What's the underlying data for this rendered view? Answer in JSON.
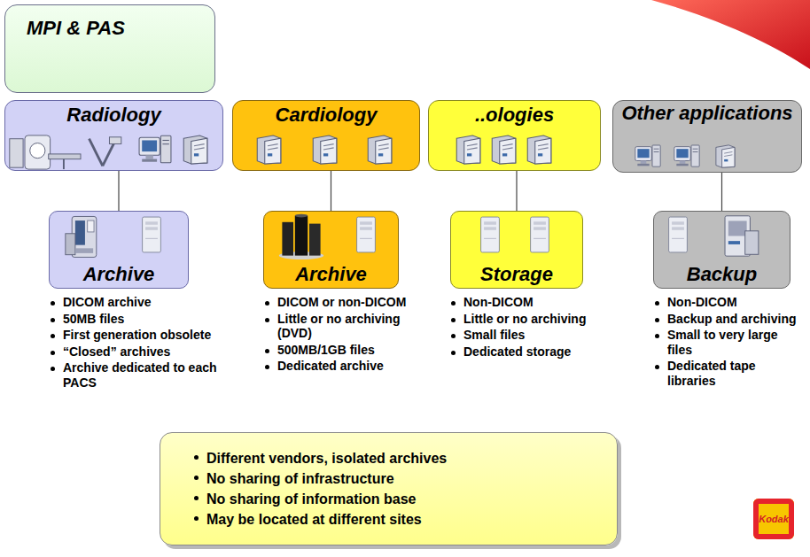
{
  "diagram": {
    "nodes": [
      {
        "text": [
          "MPI & PAS"
        ]
      },
      {
        "text": [
          "Radiology"
        ]
      },
      {
        "text": [
          "Cardiology"
        ]
      },
      {
        "text": [
          "..ologies"
        ]
      },
      {
        "text": [
          "Other applications"
        ]
      },
      {
        "text": [
          "Archive"
        ]
      },
      {
        "text": [
          "Archive"
        ]
      },
      {
        "text": [
          "Storage"
        ]
      },
      {
        "text": [
          "Backup"
        ]
      },
      {
        "text": [
          "Different vendors, isolated archives",
          "No sharing of infrastructure",
          "No sharing of information base",
          "May be located at different sites"
        ]
      }
    ],
    "edges": [
      {
        "from": 1,
        "to": 5,
        "arrow": "none"
      },
      {
        "from": 2,
        "to": 6,
        "arrow": "none"
      },
      {
        "from": 3,
        "to": 7,
        "arrow": "none"
      },
      {
        "from": 4,
        "to": 8,
        "arrow": "none"
      }
    ],
    "labels": [
      "DICOM archive",
      "50MB files",
      "First generation obsolete",
      "“Closed” archives",
      "Archive dedicated to each PACS",
      "DICOM or non-DICOM",
      "Little or no archiving (DVD)",
      "500MB/1GB files",
      "Dedicated archive",
      "Non-DICOM",
      "Little or no archiving",
      "Small files",
      "Dedicated storage",
      "Non-DICOM",
      "Backup and archiving",
      "Small to very large files",
      "Dedicated tape libraries",
      "Kodak"
    ]
  }
}
